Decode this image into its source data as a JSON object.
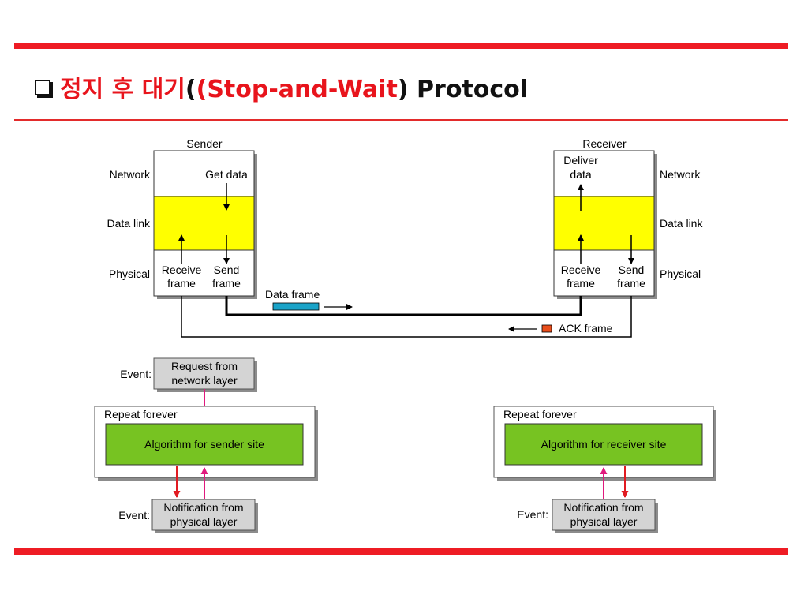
{
  "title": {
    "korean": "정지 후 대기",
    "english_open": "(Stop-and-Wait",
    "english_close": ")",
    "suffix": " Protocol"
  },
  "diagram": {
    "sender": {
      "heading": "Sender",
      "layer_network": "Network",
      "layer_datalink": "Data link",
      "layer_physical": "Physical",
      "get_data": "Get data",
      "receive_frame_1": "Receive",
      "receive_frame_2": "frame",
      "send_frame_1": "Send",
      "send_frame_2": "frame"
    },
    "receiver": {
      "heading": "Receiver",
      "layer_network": "Network",
      "layer_datalink": "Data link",
      "layer_physical": "Physical",
      "deliver_data_1": "Deliver",
      "deliver_data_2": "data",
      "receive_frame_1": "Receive",
      "receive_frame_2": "frame",
      "send_frame_1": "Send",
      "send_frame_2": "frame"
    },
    "data_frame_label": "Data frame",
    "ack_frame_label": "ACK frame",
    "sender_site": {
      "event_label_top": "Event:",
      "request_1": "Request from",
      "request_2": "network layer",
      "repeat": "Repeat forever",
      "algorithm": "Algorithm for sender site",
      "event_label_bottom": "Event:",
      "notify_1": "Notification from",
      "notify_2": "physical layer"
    },
    "receiver_site": {
      "repeat": "Repeat forever",
      "algorithm": "Algorithm for receiver site",
      "event_label_bottom": "Event:",
      "notify_1": "Notification from",
      "notify_2": "physical layer"
    },
    "colors": {
      "accent_red": "#ee1c24",
      "datalink_yellow": "#ffff00",
      "algorithm_green": "#77c322",
      "event_gray": "#d4d4d4",
      "data_frame_blue": "#1aa3c8",
      "ack_frame_orange": "#e94e1b",
      "arrow_magenta": "#e0197d",
      "arrow_red": "#e11b22"
    }
  }
}
